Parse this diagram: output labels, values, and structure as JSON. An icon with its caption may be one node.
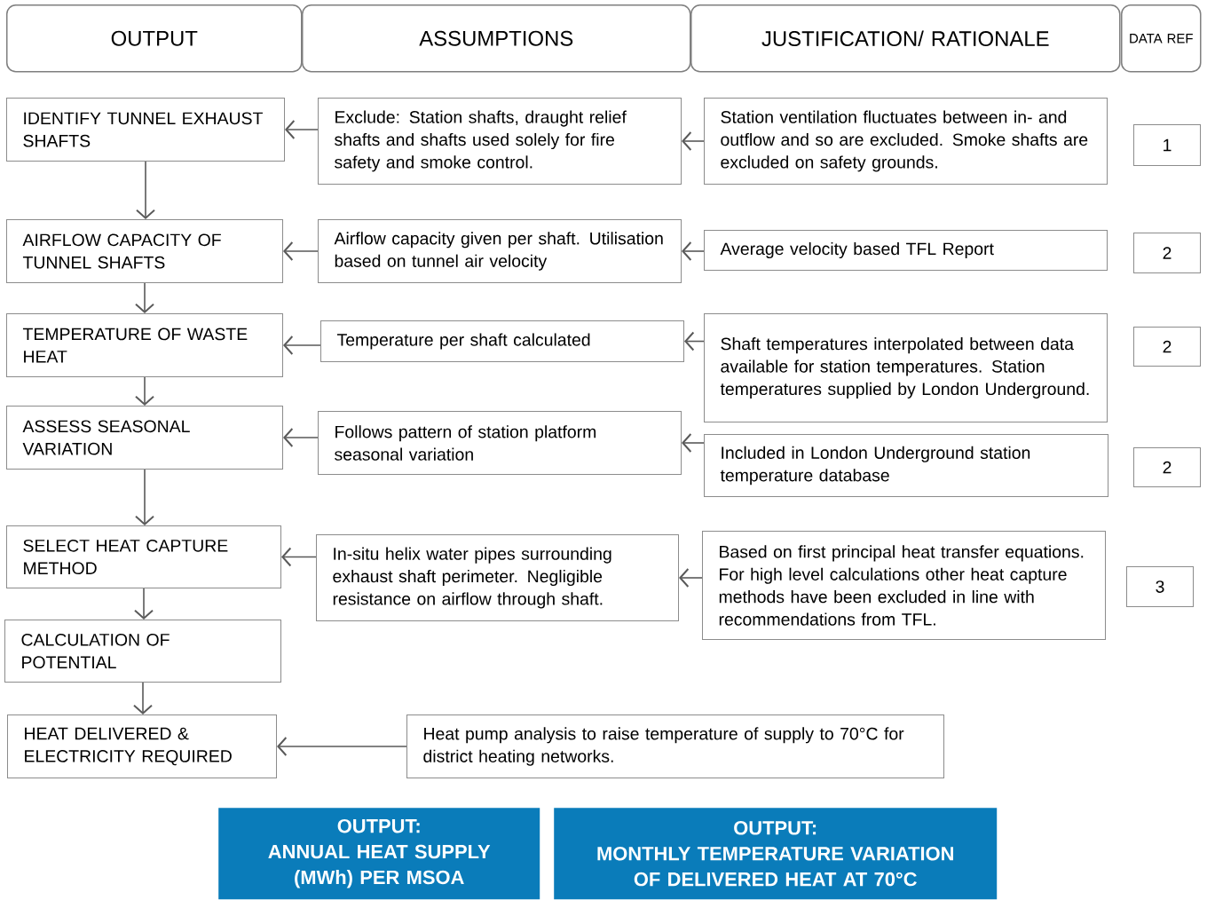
{
  "diagram": {
    "nodes": [
      {
        "text": [
          "OUTPUT"
        ]
      },
      {
        "text": [
          "ASSUMPTIONS"
        ]
      },
      {
        "text": [
          "JUSTIFICATION/ RATIONALE"
        ]
      },
      {
        "text": [
          "DATA REF"
        ]
      },
      {
        "text": [
          "IDENTIFY TUNNEL EXHAUST SHAFTS"
        ]
      },
      {
        "text": [
          "Exclude: Station shafts, draught relief shafts and shafts used solely for fire safety and smoke control."
        ]
      },
      {
        "text": [
          "Station ventilation fluctuates between in- and outflow and so are excluded. Smoke shafts are excluded on safety grounds."
        ]
      },
      {
        "text": [
          "1"
        ]
      },
      {
        "text": [
          "AIRFLOW CAPACITY OF TUNNEL SHAFTS"
        ]
      },
      {
        "text": [
          "Airflow capacity given per shaft. Utilisation based on tunnel air velocity"
        ]
      },
      {
        "text": [
          "Average velocity based TFL Report"
        ]
      },
      {
        "text": [
          "2"
        ]
      },
      {
        "text": [
          "TEMPERATURE OF WASTE HEAT"
        ]
      },
      {
        "text": [
          "Temperature per shaft calculated"
        ]
      },
      {
        "text": [
          "Shaft temperatures interpolated between data available for station temperatures. Station temperatures supplied by London Underground."
        ]
      },
      {
        "text": [
          "2"
        ]
      },
      {
        "text": [
          "ASSESS SEASONAL VARIATION"
        ]
      },
      {
        "text": [
          "Follows pattern of station platform seasonal variation"
        ]
      },
      {
        "text": [
          "Included in London Underground station temperature database"
        ]
      },
      {
        "text": [
          "2"
        ]
      },
      {
        "text": [
          "SELECT HEAT CAPTURE METHOD"
        ]
      },
      {
        "text": [
          "In-situ helix water pipes surrounding exhaust shaft perimeter. Negligible resistance on airflow through shaft."
        ]
      },
      {
        "text": [
          "Based on first principal heat transfer equations. For high level calculations other heat capture methods have been excluded in line with recommendations from TFL."
        ]
      },
      {
        "text": [
          "3"
        ]
      },
      {
        "text": [
          "CALCULATION OF POTENTIAL"
        ]
      },
      {
        "text": [
          "HEAT DELIVERED & ELECTRICITY REQUIRED"
        ]
      },
      {
        "text": [
          "Heat pump analysis to raise temperature of supply to 70°C for district heating networks."
        ]
      },
      {
        "text": [
          "OUTPUT:",
          "ANNUAL HEAT SUPPLY (MWh) PER MSOA"
        ]
      },
      {
        "text": [
          "OUTPUT:",
          "MONTHLY TEMPERATURE VARIATION OF DELIVERED HEAT AT 70°C"
        ]
      }
    ],
    "edges": [
      {
        "from": 4,
        "to": 8,
        "arrow": "to"
      },
      {
        "from": 8,
        "to": 12,
        "arrow": "to"
      },
      {
        "from": 12,
        "to": 16,
        "arrow": "to"
      },
      {
        "from": 16,
        "to": 20,
        "arrow": "to"
      },
      {
        "from": 20,
        "to": 24,
        "arrow": "to"
      },
      {
        "from": 24,
        "to": 25,
        "arrow": "to"
      },
      {
        "from": 5,
        "to": 4,
        "arrow": "to"
      },
      {
        "from": 6,
        "to": 5,
        "arrow": "to"
      },
      {
        "from": 9,
        "to": 8,
        "arrow": "to"
      },
      {
        "from": 10,
        "to": 9,
        "arrow": "to"
      },
      {
        "from": 13,
        "to": 12,
        "arrow": "to"
      },
      {
        "from": 14,
        "to": 13,
        "arrow": "to"
      },
      {
        "from": 17,
        "to": 16,
        "arrow": "to"
      },
      {
        "from": 18,
        "to": 17,
        "arrow": "to"
      },
      {
        "from": 21,
        "to": 20,
        "arrow": "to"
      },
      {
        "from": 22,
        "to": 21,
        "arrow": "to"
      },
      {
        "from": 26,
        "to": 25,
        "arrow": "to"
      }
    ]
  }
}
